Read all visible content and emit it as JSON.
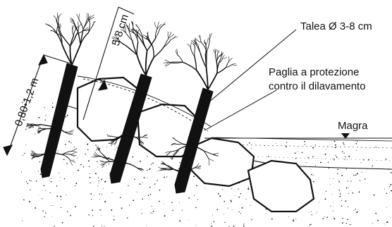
{
  "labels": {
    "talea": "Talea Ø 3-8 cm",
    "paglia_line1": "Paglia a protezione",
    "paglia_line2": "contro il dilavamento",
    "magra": "Magra"
  },
  "dimensions": {
    "length": "0,80-1,2 m",
    "depth": "5-8 cm"
  },
  "colors": {
    "ink": "#111111",
    "paper": "#ffffff"
  },
  "icons": {
    "water_level": "triangle-down-icon"
  }
}
